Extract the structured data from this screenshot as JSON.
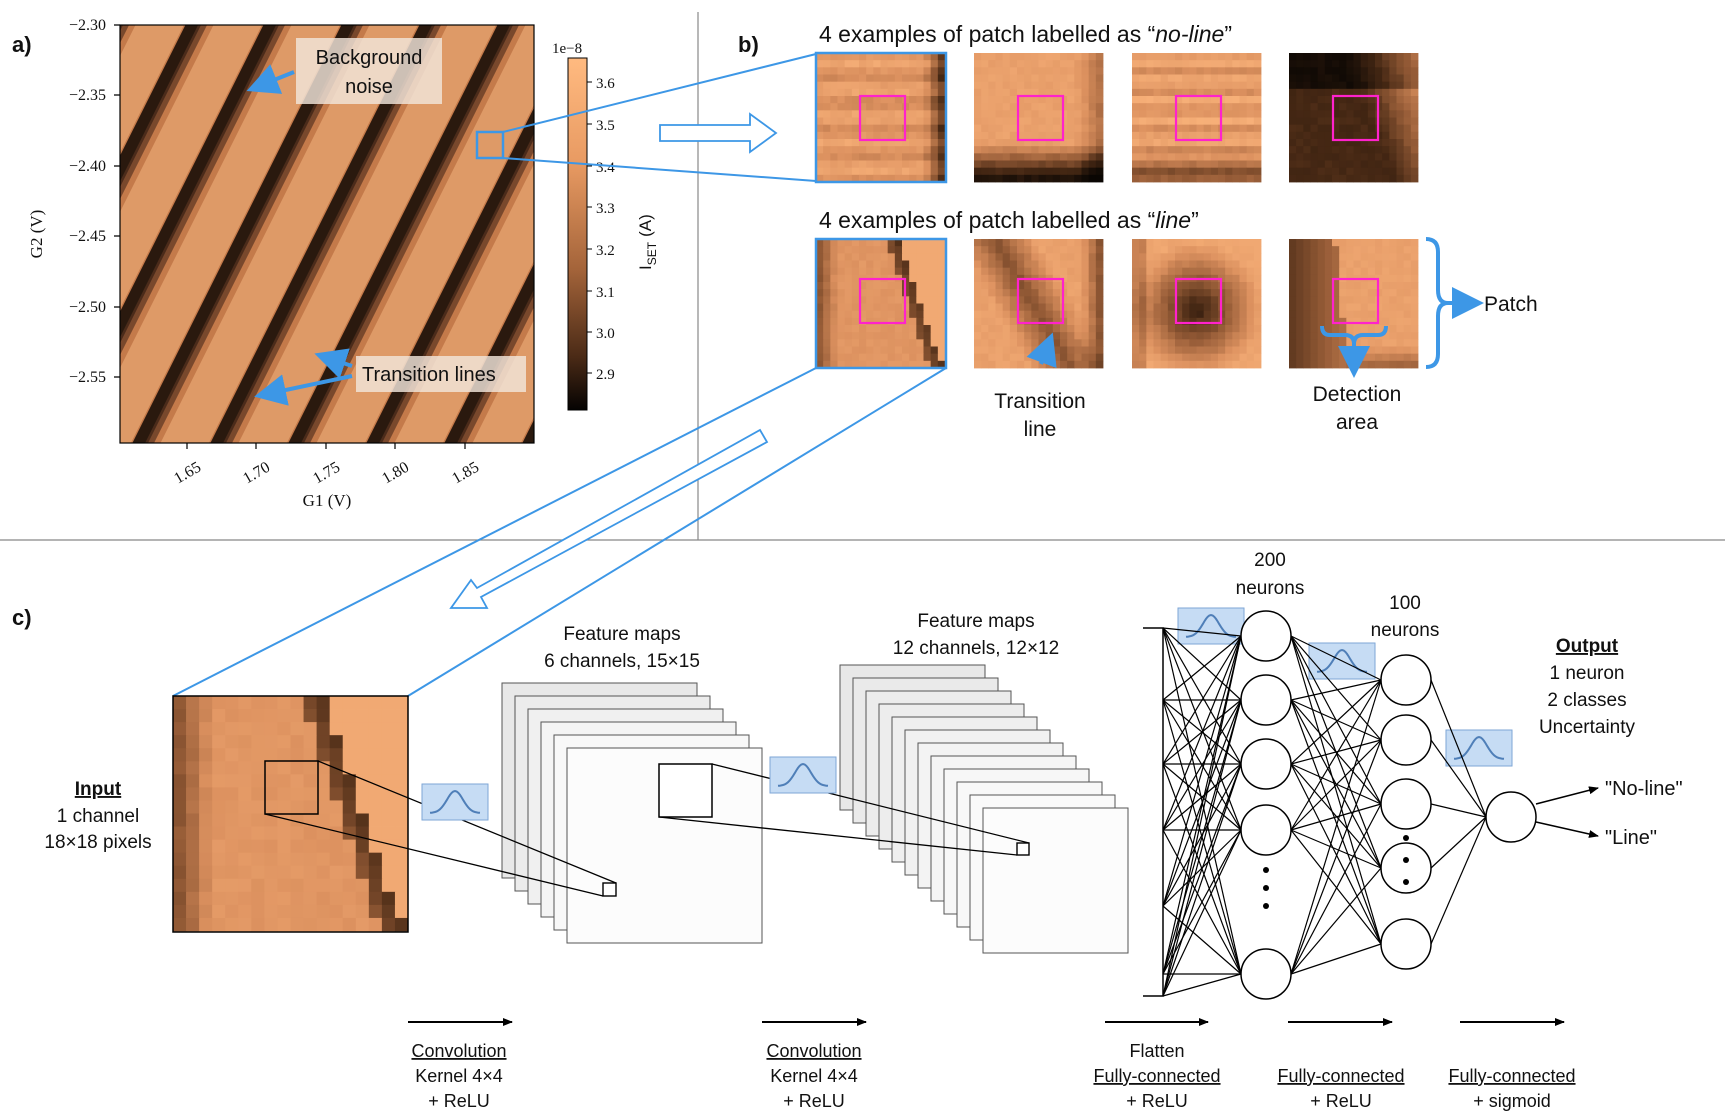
{
  "panel_labels": {
    "a": "a)",
    "b": "b)",
    "c": "c)"
  },
  "panel_a": {
    "ylabel": "G2 (V)",
    "xlabel": "G1 (V)",
    "yticks": [
      "−2.30",
      "−2.35",
      "−2.40",
      "−2.45",
      "−2.50",
      "−2.55"
    ],
    "xticks": [
      "1.65",
      "1.70",
      "1.75",
      "1.80",
      "1.85"
    ],
    "colorbar_exponent": "1e−8",
    "colorbar_ticks": [
      "3.6",
      "3.5",
      "3.4",
      "3.3",
      "3.2",
      "3.1",
      "3.0",
      "2.9"
    ],
    "colorbar_label_main": "I",
    "colorbar_label_sub": "SET",
    "colorbar_label_unit": "(A)",
    "annotation_noise_line1": "Background",
    "annotation_noise_line2": "noise",
    "annotation_lines": "Transition lines"
  },
  "panel_b": {
    "title_noline_prefix": "4 examples of patch labelled as “",
    "title_noline_word": "no-line",
    "title_noline_suffix": "”",
    "title_line_prefix": "4 examples of patch labelled as “",
    "title_line_word": "line",
    "title_line_suffix": "”",
    "patch_label": "Patch",
    "transition_line_1": "Transition",
    "transition_line_2": "line",
    "detection_area_1": "Detection",
    "detection_area_2": "area"
  },
  "panel_c": {
    "input_title": "Input",
    "input_line1": "1 channel",
    "input_line2": "18×18 pixels",
    "fm1_title": "Feature maps",
    "fm1_sub": "6 channels, 15×15",
    "fm2_title": "Feature maps",
    "fm2_sub": "12 channels, 12×12",
    "neurons200_1": "200",
    "neurons200_2": "neurons",
    "neurons100_1": "100",
    "neurons100_2": "neurons",
    "output_title": "Output",
    "output_line1": "1 neuron",
    "output_line2": "2 classes",
    "output_line3": "Uncertainty",
    "class_noline": "\"No-line\"",
    "class_line": "\"Line\"",
    "step1_title": "Convolution",
    "step1_l2": "Kernel 4×4",
    "step1_l3": "+ ReLU",
    "step2_title": "Convolution",
    "step2_l2": "Kernel 4×4",
    "step2_l3": "+ ReLU",
    "step3_l1": "Flatten",
    "step3_title": "Fully-connected",
    "step3_l3": "+ ReLU",
    "step4_title": "Fully-connected",
    "step4_l2": "+ ReLU",
    "step5_title": "Fully-connected",
    "step5_l2": "+ sigmoid"
  },
  "colors": {
    "accent_blue": "#3d97e6",
    "detection_magenta": "#ff22cc",
    "copper_light": "#ffb57a",
    "copper_dark": "#1a0f08",
    "gaussian_box": "#c6dcf4"
  }
}
